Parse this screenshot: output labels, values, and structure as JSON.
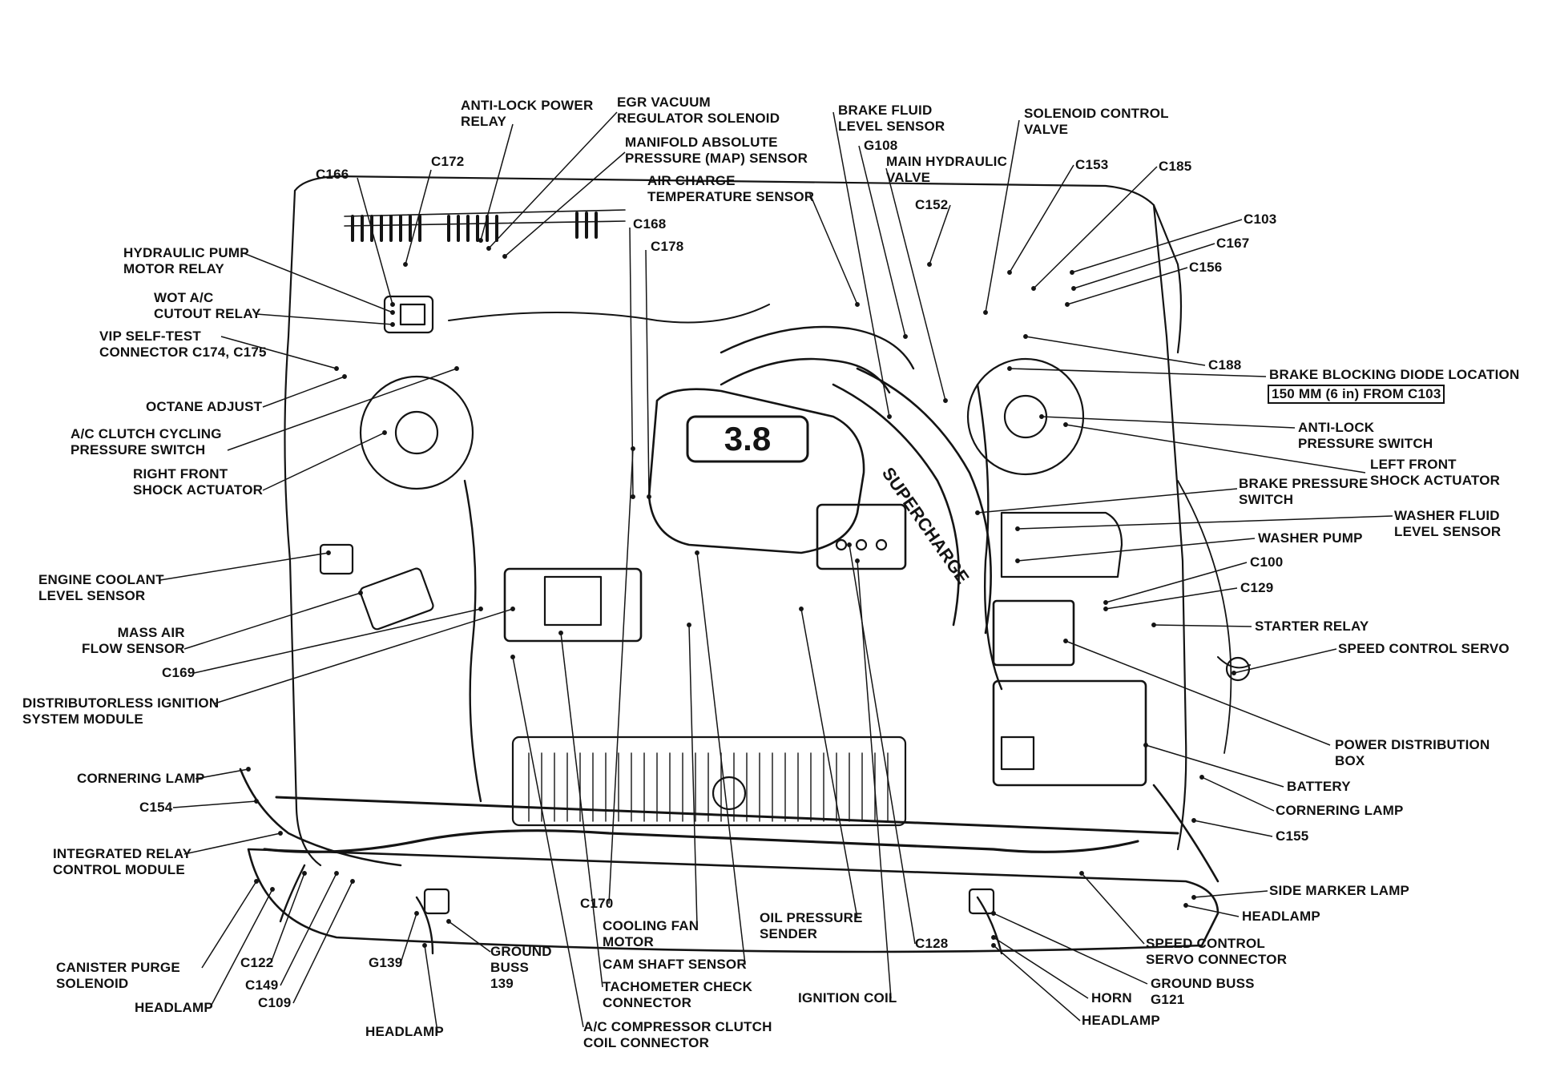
{
  "diagram": {
    "engine_badge": "3.8",
    "intake_lettering": "SUPERCHARGE",
    "labels": [
      {
        "id": "anti-lock-power-relay",
        "text": "ANTI-LOCK POWER\nRELAY"
      },
      {
        "id": "egr-vacuum-regulator-solenoid",
        "text": "EGR VACUUM\nREGULATOR SOLENOID"
      },
      {
        "id": "map-sensor",
        "text": "MANIFOLD ABSOLUTE\nPRESSURE (MAP) SENSOR"
      },
      {
        "id": "air-charge-temperature-sensor",
        "text": "AIR CHARGE\nTEMPERATURE SENSOR"
      },
      {
        "id": "brake-fluid-level-sensor",
        "text": "BRAKE FLUID\nLEVEL SENSOR"
      },
      {
        "id": "g108",
        "text": "G108"
      },
      {
        "id": "main-hydraulic-valve",
        "text": "MAIN HYDRAULIC\nVALVE"
      },
      {
        "id": "solenoid-control-valve",
        "text": "SOLENOID CONTROL\nVALVE"
      },
      {
        "id": "c153",
        "text": "C153"
      },
      {
        "id": "c185",
        "text": "C185"
      },
      {
        "id": "c152",
        "text": "C152"
      },
      {
        "id": "c103",
        "text": "C103"
      },
      {
        "id": "c167",
        "text": "C167"
      },
      {
        "id": "c156",
        "text": "C156"
      },
      {
        "id": "c166",
        "text": "C166"
      },
      {
        "id": "c172",
        "text": "C172"
      },
      {
        "id": "c168",
        "text": "C168"
      },
      {
        "id": "c178",
        "text": "C178"
      },
      {
        "id": "hydraulic-pump-motor-relay",
        "text": "HYDRAULIC PUMP\nMOTOR RELAY"
      },
      {
        "id": "wot-ac-cutout-relay",
        "text": "WOT A/C\nCUTOUT RELAY"
      },
      {
        "id": "vip-self-test-connector",
        "text": "VIP SELF-TEST\nCONNECTOR C174, C175"
      },
      {
        "id": "octane-adjust",
        "text": "OCTANE ADJUST"
      },
      {
        "id": "ac-clutch-cycling-pressure-switch",
        "text": "A/C CLUTCH CYCLING\nPRESSURE SWITCH"
      },
      {
        "id": "right-front-shock-actuator",
        "text": "RIGHT FRONT\nSHOCK ACTUATOR"
      },
      {
        "id": "c188",
        "text": "C188"
      },
      {
        "id": "brake-blocking-diode-location",
        "text": "BRAKE BLOCKING DIODE LOCATION"
      },
      {
        "id": "brake-blocking-diode-distance",
        "text": "150 MM (6 in) FROM C103"
      },
      {
        "id": "anti-lock-pressure-switch",
        "text": "ANTI-LOCK\nPRESSURE SWITCH"
      },
      {
        "id": "left-front-shock-actuator",
        "text": "LEFT FRONT\nSHOCK ACTUATOR"
      },
      {
        "id": "brake-pressure-switch",
        "text": "BRAKE PRESSURE\nSWITCH"
      },
      {
        "id": "washer-fluid-level-sensor",
        "text": "WASHER FLUID\nLEVEL SENSOR"
      },
      {
        "id": "washer-pump",
        "text": "WASHER PUMP"
      },
      {
        "id": "c100",
        "text": "C100"
      },
      {
        "id": "c129",
        "text": "C129"
      },
      {
        "id": "starter-relay",
        "text": "STARTER RELAY"
      },
      {
        "id": "speed-control-servo",
        "text": "SPEED CONTROL SERVO"
      },
      {
        "id": "engine-coolant-level-sensor",
        "text": "ENGINE COOLANT\nLEVEL SENSOR"
      },
      {
        "id": "mass-air-flow-sensor",
        "text": "MASS AIR\nFLOW SENSOR"
      },
      {
        "id": "c169",
        "text": "C169"
      },
      {
        "id": "distributorless-ignition-system-module",
        "text": "DISTRIBUTORLESS IGNITION\nSYSTEM MODULE"
      },
      {
        "id": "power-distribution-box",
        "text": "POWER DISTRIBUTION\nBOX"
      },
      {
        "id": "battery",
        "text": "BATTERY"
      },
      {
        "id": "cornering-lamp-left",
        "text": "CORNERING LAMP"
      },
      {
        "id": "cornering-lamp-right",
        "text": "CORNERING LAMP"
      },
      {
        "id": "c154",
        "text": "C154"
      },
      {
        "id": "c155",
        "text": "C155"
      },
      {
        "id": "integrated-relay-control-module",
        "text": "INTEGRATED RELAY\nCONTROL MODULE"
      },
      {
        "id": "side-marker-lamp",
        "text": "SIDE MARKER LAMP"
      },
      {
        "id": "headlamp-right-upper",
        "text": "HEADLAMP"
      },
      {
        "id": "speed-control-servo-connector",
        "text": "SPEED CONTROL\nSERVO CONNECTOR"
      },
      {
        "id": "ground-buss-g121",
        "text": "GROUND BUSS\nG121"
      },
      {
        "id": "horn",
        "text": "HORN"
      },
      {
        "id": "headlamp-right-lower",
        "text": "HEADLAMP"
      },
      {
        "id": "c170",
        "text": "C170"
      },
      {
        "id": "cooling-fan-motor",
        "text": "COOLING FAN\nMOTOR"
      },
      {
        "id": "cam-shaft-sensor",
        "text": "CAM SHAFT SENSOR"
      },
      {
        "id": "tachometer-check-connector",
        "text": "TACHOMETER CHECK\nCONNECTOR"
      },
      {
        "id": "ac-compressor-clutch-coil-connector",
        "text": "A/C COMPRESSOR CLUTCH\nCOIL CONNECTOR"
      },
      {
        "id": "oil-pressure-sender",
        "text": "OIL PRESSURE\nSENDER"
      },
      {
        "id": "c128",
        "text": "C128"
      },
      {
        "id": "ignition-coil",
        "text": "IGNITION COIL"
      },
      {
        "id": "canister-purge-solenoid",
        "text": "CANISTER PURGE\nSOLENOID"
      },
      {
        "id": "c122",
        "text": "C122"
      },
      {
        "id": "c149",
        "text": "C149"
      },
      {
        "id": "c109",
        "text": "C109"
      },
      {
        "id": "headlamp-left-lower",
        "text": "HEADLAMP"
      },
      {
        "id": "g139",
        "text": "G139"
      },
      {
        "id": "ground-buss-139",
        "text": "GROUND\nBUSS\n139"
      },
      {
        "id": "headlamp-bottom",
        "text": "HEADLAMP"
      }
    ]
  }
}
